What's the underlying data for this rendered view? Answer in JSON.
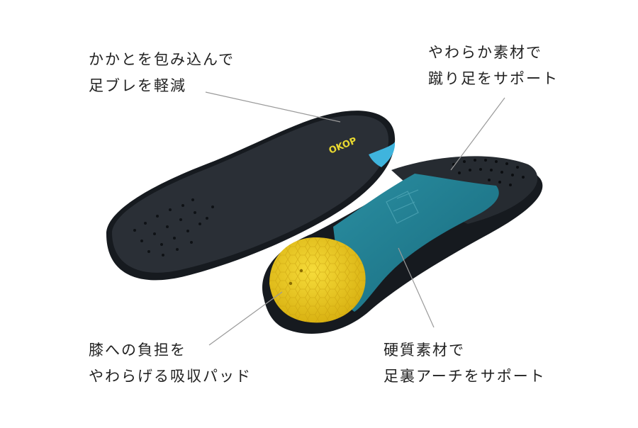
{
  "callouts": {
    "heel": {
      "line1": "かかとを包み込んで",
      "line2": "足ブレを軽減"
    },
    "toe": {
      "line1": "やわらか素材で",
      "line2": "蹴り足をサポート"
    },
    "cushion": {
      "line1": "膝への負担を",
      "line2": "やわらげる吸収パッド"
    },
    "arch": {
      "line1": "硬質素材で",
      "line2": "足裏アーチをサポート"
    }
  },
  "insole_logo": "OKOP",
  "colors": {
    "background": "#ffffff",
    "text": "#222222",
    "leader_line": "#9a9a9a",
    "insole_top": "#2a2f36",
    "insole_base": "#161a1f",
    "arch_support": "#1f7f93",
    "heel_pad": "#f2cf1e",
    "edge_blue": "#3fb4dd"
  }
}
